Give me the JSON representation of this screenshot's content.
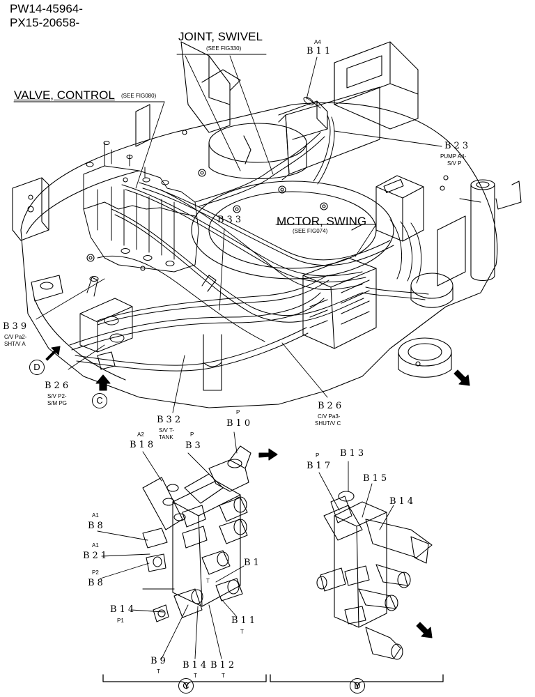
{
  "header": {
    "line1": "PW14-45964-",
    "line2": "PX15-20658-"
  },
  "callouts": {
    "joint_swivel": {
      "title": "JOINT, SWIVEL",
      "ref": "(SEE FIG330)"
    },
    "valve_control": {
      "title": "VALVE, CONTROL",
      "ref": "(SEE FIG080)"
    },
    "motor_swing": {
      "title": "MCTOR, SWING",
      "ref": "(SEE FIG074)"
    }
  },
  "labels": {
    "a4_top": "A4",
    "b11_top": "B11",
    "b23": "B23",
    "b23_desc1": "PUMP A4-",
    "b23_desc2": "S/V P",
    "b33": "B33",
    "b39": "B39",
    "b39_desc1": "C/V Pa2-",
    "b39_desc2": "SHT/V A",
    "b26_left": "B26",
    "b26_left_desc1": "S/V P2-",
    "b26_left_desc2": "S/M PG",
    "b32": "B32",
    "b32_desc1": "S/V T-",
    "b32_desc2": "TANK",
    "b26_right": "B26",
    "b26_right_desc1": "C/V Pa3-",
    "b26_right_desc2": "SHUT/V C",
    "c_p_top": "P",
    "b10": "B10",
    "c_a2": "A2",
    "b18": "B18",
    "c_p_mid": "P",
    "b3": "B3",
    "c_a1_a": "A1",
    "b8_a": "B8",
    "c_a1_b": "A1",
    "b21": "B21",
    "c_p2": "P2",
    "b8_b": "B8",
    "b1": "B1",
    "c_t_b1": "T",
    "b14_left": "B14",
    "c_p1": "P1",
    "b11_bot": "B11",
    "c_t_b11": "T",
    "b9": "B9",
    "c_t_b9": "T",
    "b14_bot": "B14",
    "c_t_b14": "T",
    "b12": "B12",
    "c_t_b12": "T",
    "d_p": "P",
    "b17": "B17",
    "b13": "B13",
    "b15": "B15",
    "b14_d": "B14"
  },
  "view_markers": {
    "d": "D",
    "c": "C",
    "c_bottom": "C",
    "d_bottom": "D"
  },
  "icons": [
    "view-arrow-d-icon",
    "view-arrow-c-icon",
    "direction-arrow-icon"
  ]
}
